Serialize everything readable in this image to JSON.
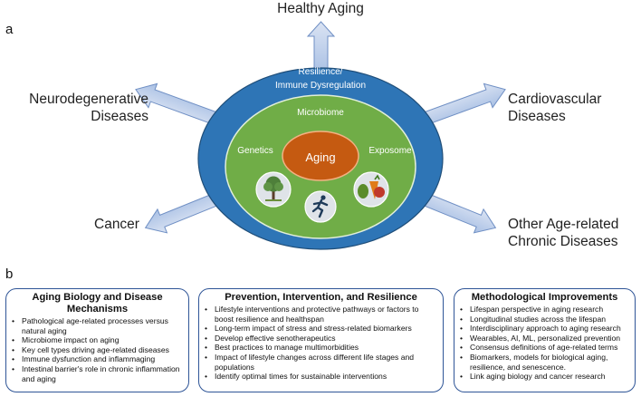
{
  "panel_a": {
    "letter": "a",
    "outcomes": {
      "top": "Healthy Aging",
      "left_upper": [
        "Neurodegenerative",
        "Diseases"
      ],
      "right_upper": [
        "Cardiovascular",
        "Diseases"
      ],
      "left_lower": "Cancer",
      "right_lower": [
        "Other Age-related",
        "Chronic Diseases"
      ]
    },
    "outer_ring": [
      "Resilience/",
      "Immune Dysregulation"
    ],
    "middle_ring": {
      "top": "Microbiome",
      "left": "Genetics",
      "right": "Exposome"
    },
    "center": "Aging",
    "icons": [
      "tree-icon",
      "runner-icon",
      "vegetables-icon"
    ],
    "colors": {
      "outer": "#2e75b6",
      "middle": "#70ad47",
      "center": "#c55a11",
      "arrow": "#b4c7e7"
    }
  },
  "panel_b": {
    "letter": "b",
    "boxes": [
      {
        "title": "Aging Biology and Disease Mechanisms",
        "items": [
          "Pathological age-related processes versus natural aging",
          "Microbiome impact on aging",
          "Key cell types driving age-related diseases",
          "Immune dysfunction and inflammaging",
          "Intestinal barrier's role in chronic inflammation and aging"
        ]
      },
      {
        "title": "Prevention, Intervention, and Resilience",
        "items": [
          "Lifestyle interventions and protective pathways or factors to boost resilience and healthspan",
          "Long-term impact of stress and stress-related biomarkers",
          "Develop effective senotherapeutics",
          "Best practices to manage multimorbidities",
          "Impact of lifestyle changes across different life stages and populations",
          "Identify optimal times for sustainable interventions"
        ]
      },
      {
        "title": "Methodological Improvements",
        "items": [
          "Lifespan perspective in aging research",
          "Longitudinal studies across the lifespan",
          "Interdisciplinary approach to aging research",
          "Wearables, AI, ML, personalized prevention",
          "Consensus definitions of age-related terms",
          "Biomarkers, models for biological aging, resilience, and senescence.",
          "Link aging biology and cancer research"
        ]
      }
    ]
  }
}
